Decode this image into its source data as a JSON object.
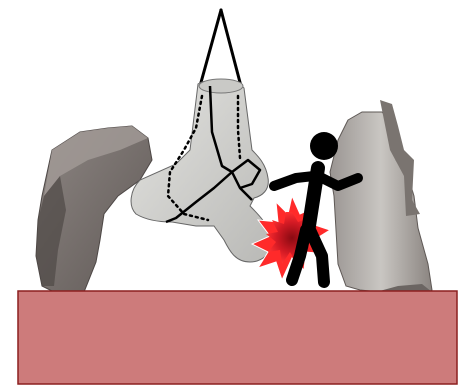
{
  "scene": {
    "illustration": "hazard-warning",
    "elements": [
      "ground-slab",
      "broken-concrete-block-left",
      "tetrapod-suspended-by-cables",
      "stick-figure-worker",
      "impact-burst",
      "tetrapod-right-standing"
    ]
  },
  "colors": {
    "ground_fill": "#cd7b7b",
    "ground_border": "#8c1f1f",
    "concrete_light": "#d8d8d6",
    "concrete_dark": "#6b6562",
    "figure": "#000000",
    "burst_outer": "#ff2a2a",
    "burst_inner": "#b0101a"
  }
}
